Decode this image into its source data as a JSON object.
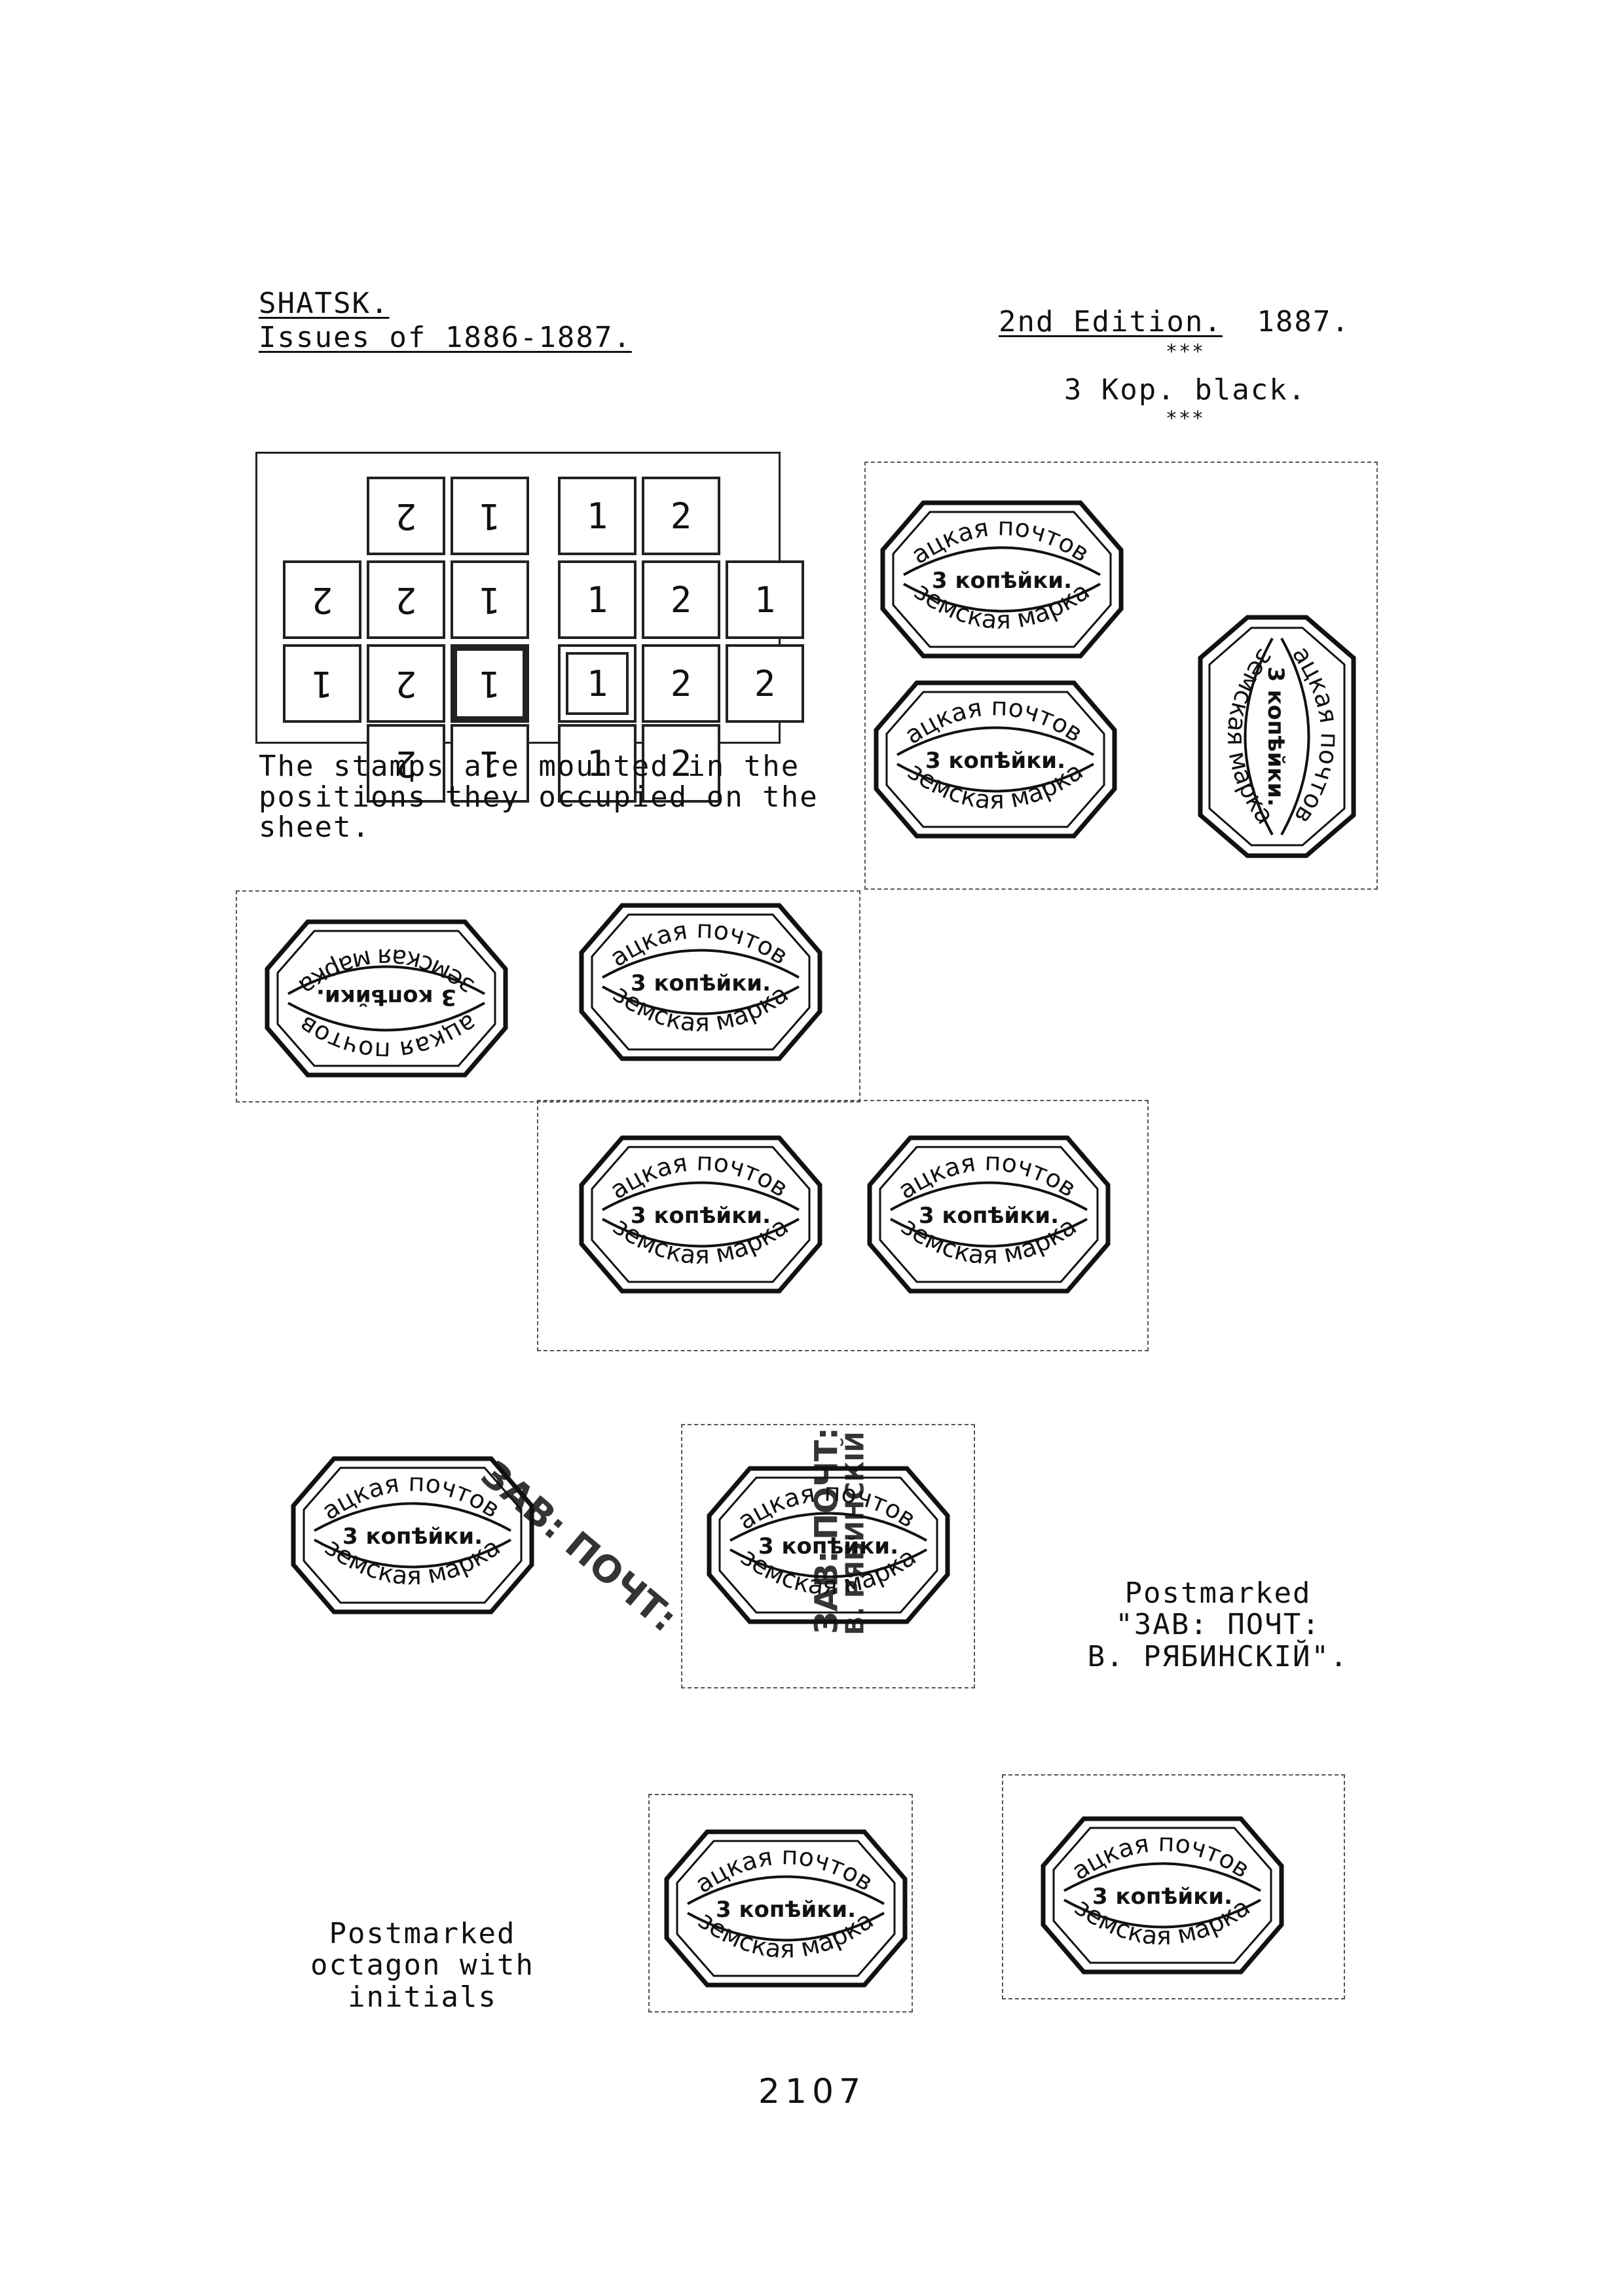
{
  "header": {
    "title": "SHATSK.",
    "subtitle": "Issues of 1886-1887.",
    "edition": "2nd Edition.",
    "year": "1887.",
    "stars_top": "***",
    "value": "3 Kop. black.",
    "stars_bottom": "***"
  },
  "sheet_grid": {
    "cells": [
      {
        "value": "2",
        "inverted": true
      },
      {
        "value": "1",
        "inverted": true
      },
      {
        "value": "1",
        "inverted": false
      },
      {
        "value": "2",
        "inverted": false
      },
      {
        "value": "2",
        "inverted": true
      },
      {
        "value": "2",
        "inverted": true
      },
      {
        "value": "1",
        "inverted": true
      },
      {
        "value": "1",
        "inverted": false
      },
      {
        "value": "2",
        "inverted": false
      },
      {
        "value": "1",
        "inverted": false
      },
      {
        "value": "1",
        "inverted": true
      },
      {
        "value": "2",
        "inverted": true
      },
      {
        "value": "1",
        "inverted": true
      },
      {
        "value": "1",
        "inverted": false
      },
      {
        "value": "2",
        "inverted": false
      },
      {
        "value": "2",
        "inverted": false
      },
      {
        "value": "2",
        "inverted": true
      },
      {
        "value": "1",
        "inverted": true
      },
      {
        "value": "1",
        "inverted": false
      },
      {
        "value": "2",
        "inverted": false
      }
    ]
  },
  "caption_mount": [
    "The stamps  are mounted  in the",
    "positions they  occupied on the",
    "sheet."
  ],
  "stamp": {
    "top_text": "Шацкая почтовая",
    "value_text": "3 копѣйки.",
    "bottom_text": "земская марка"
  },
  "postmark_1": {
    "caption": [
      "Postmarked",
      "\"ЗАВ: ПОЧТ:",
      "В. РЯБИНСКІЙ\"."
    ],
    "cancel_text": "ЗАВ: ПОЧТ:",
    "cancel_text_2": "В. РЯБИНСКІЙ"
  },
  "postmark_2": {
    "caption": [
      "Postmarked",
      "octagon with",
      "initials"
    ]
  },
  "page_number": "2107"
}
